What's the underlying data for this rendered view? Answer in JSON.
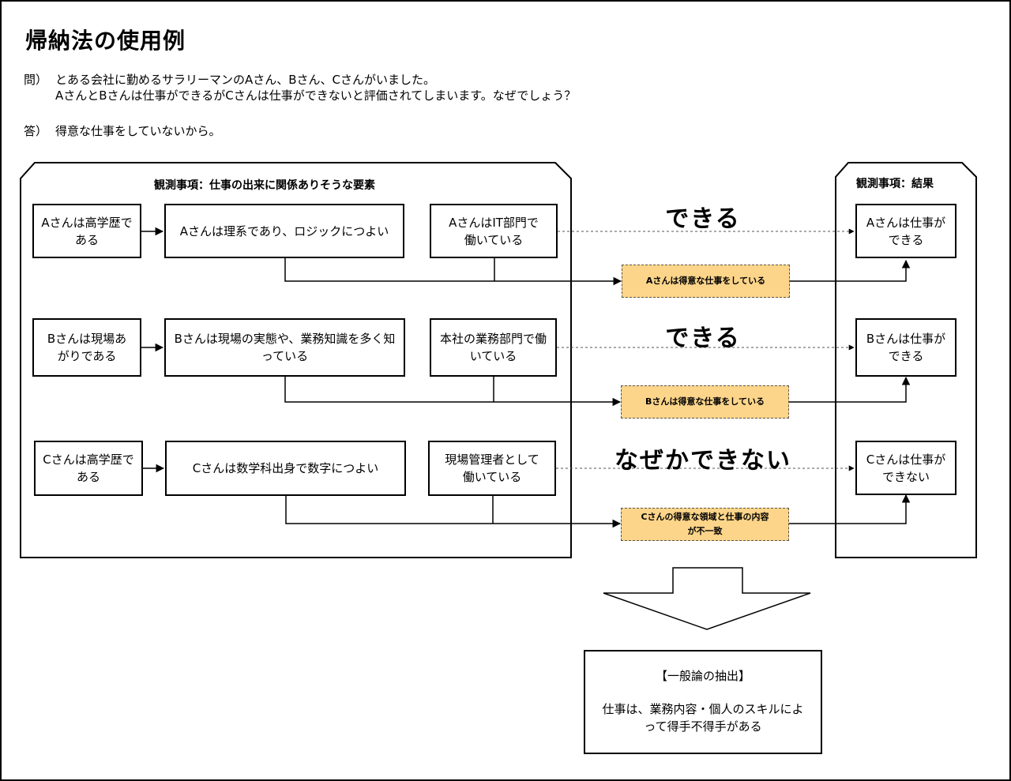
{
  "title": "帰納法の使用例",
  "question": {
    "label": "問）",
    "line1": "とある会社に勤めるサラリーマンのAさん、Bさん、Cさんがいました。",
    "line2": "AさんとBさんは仕事ができるがCさんは仕事ができないと評価されてしまいます。なぜでしょう？"
  },
  "answer": {
    "label": "答）",
    "text": "得意な仕事をしていないから。"
  },
  "observation_header": "観測事項：仕事の出来に関係ありそうな要素",
  "result_header": "観測事項：結果",
  "rows": [
    {
      "f1": "Aさんは高学歴である",
      "f2": "Aさんは理系であり、ロジックにつよい",
      "f3": "AさんはIT部門で働いている",
      "verdict": "できる",
      "insight": "Aさんは得意な仕事をしている",
      "result": "Aさんは仕事ができる"
    },
    {
      "f1": "Bさんは現場あがりである",
      "f2": "Bさんは現場の実態や、業務知識を多く知っている",
      "f3": "本社の業務部門で働いている",
      "verdict": "できる",
      "insight": "Bさんは得意な仕事をしている",
      "result": "Bさんは仕事ができる"
    },
    {
      "f1": "Cさんは高学歴である",
      "f2": "Cさんは数学科出身で数字につよい",
      "f3": "現場管理者として働いている",
      "verdict": "なぜかできない",
      "insight": "Cさんの得意な領域と仕事の内容が不一致",
      "result": "Cさんは仕事ができない"
    }
  ],
  "summary": {
    "heading": "【一般論の抽出】",
    "body": "仕事は、業務内容・個人のスキルによって得手不得手がある"
  }
}
